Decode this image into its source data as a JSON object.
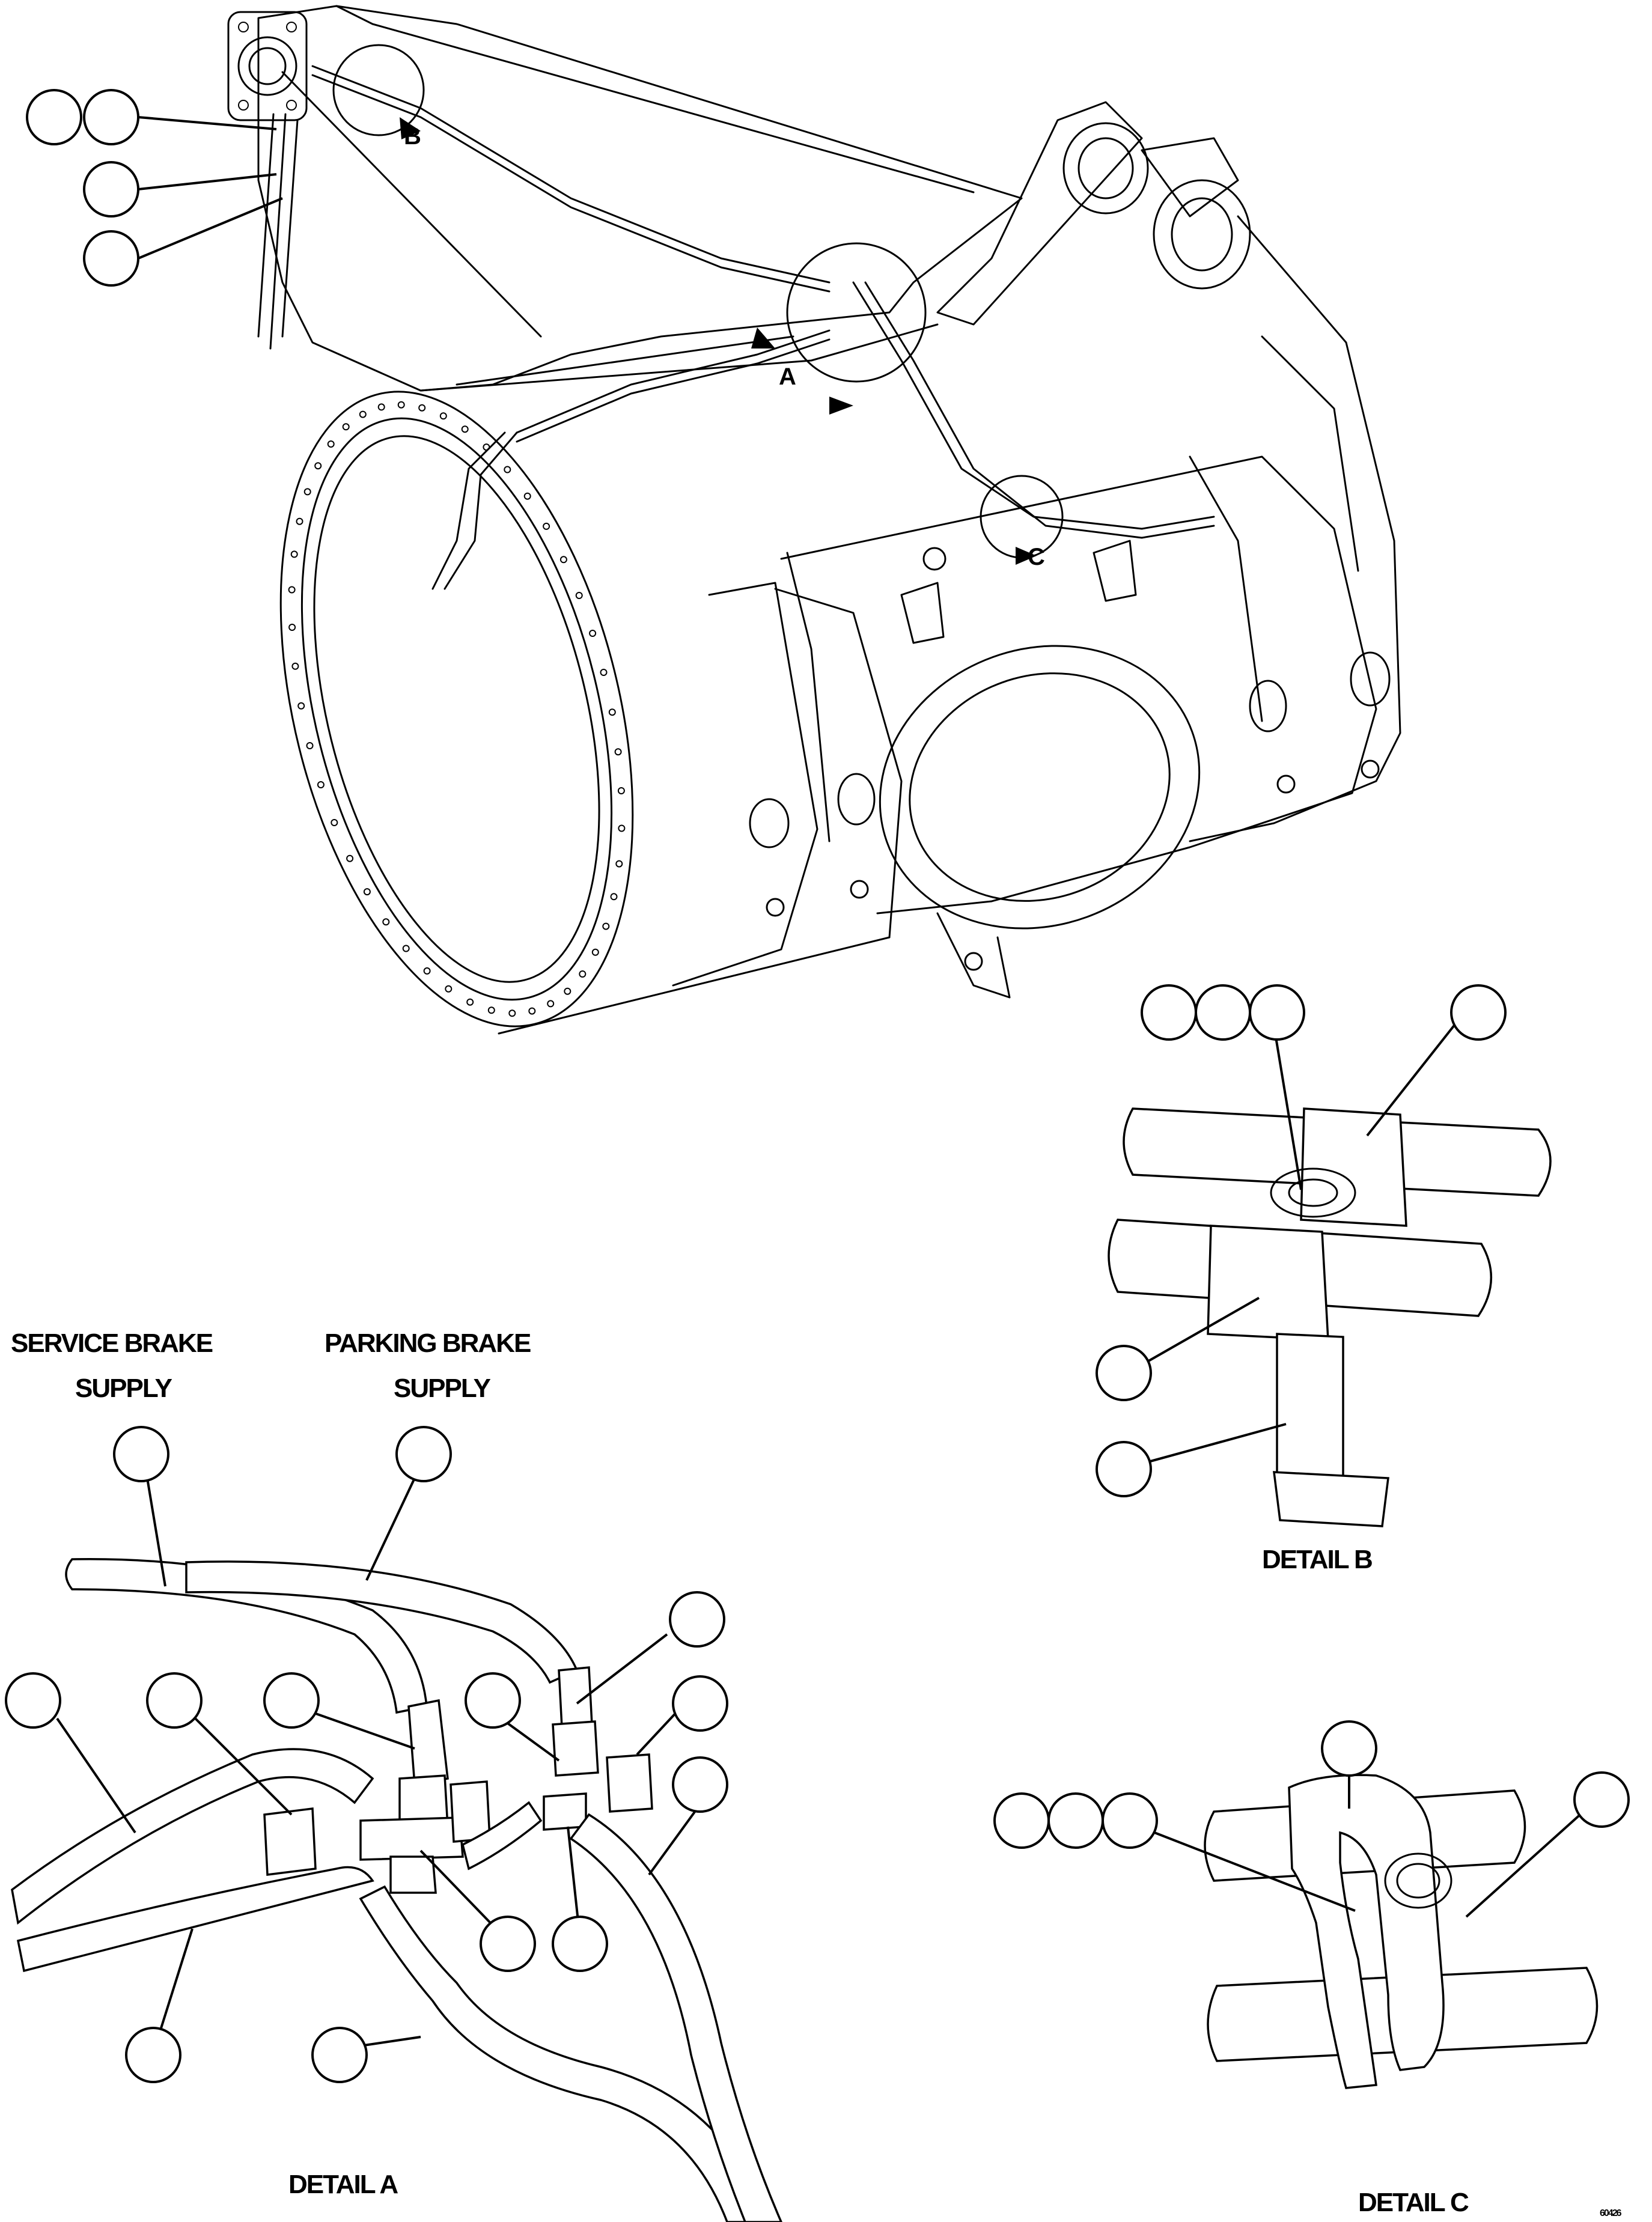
{
  "figure": {
    "labels": {
      "service_brake_line1": "SERVICE BRAKE",
      "service_brake_line2": "SUPPLY",
      "parking_brake_line1": "PARKING BRAKE",
      "parking_brake_line2": "SUPPLY",
      "detail_a": "DETAIL A",
      "detail_b": "DETAIL B",
      "detail_c": "DETAIL C"
    },
    "view_markers": {
      "a": "A",
      "b": "B",
      "c": "C"
    },
    "figure_id": "60426"
  },
  "colors": {
    "line": "#000000",
    "background": "#ffffff"
  }
}
